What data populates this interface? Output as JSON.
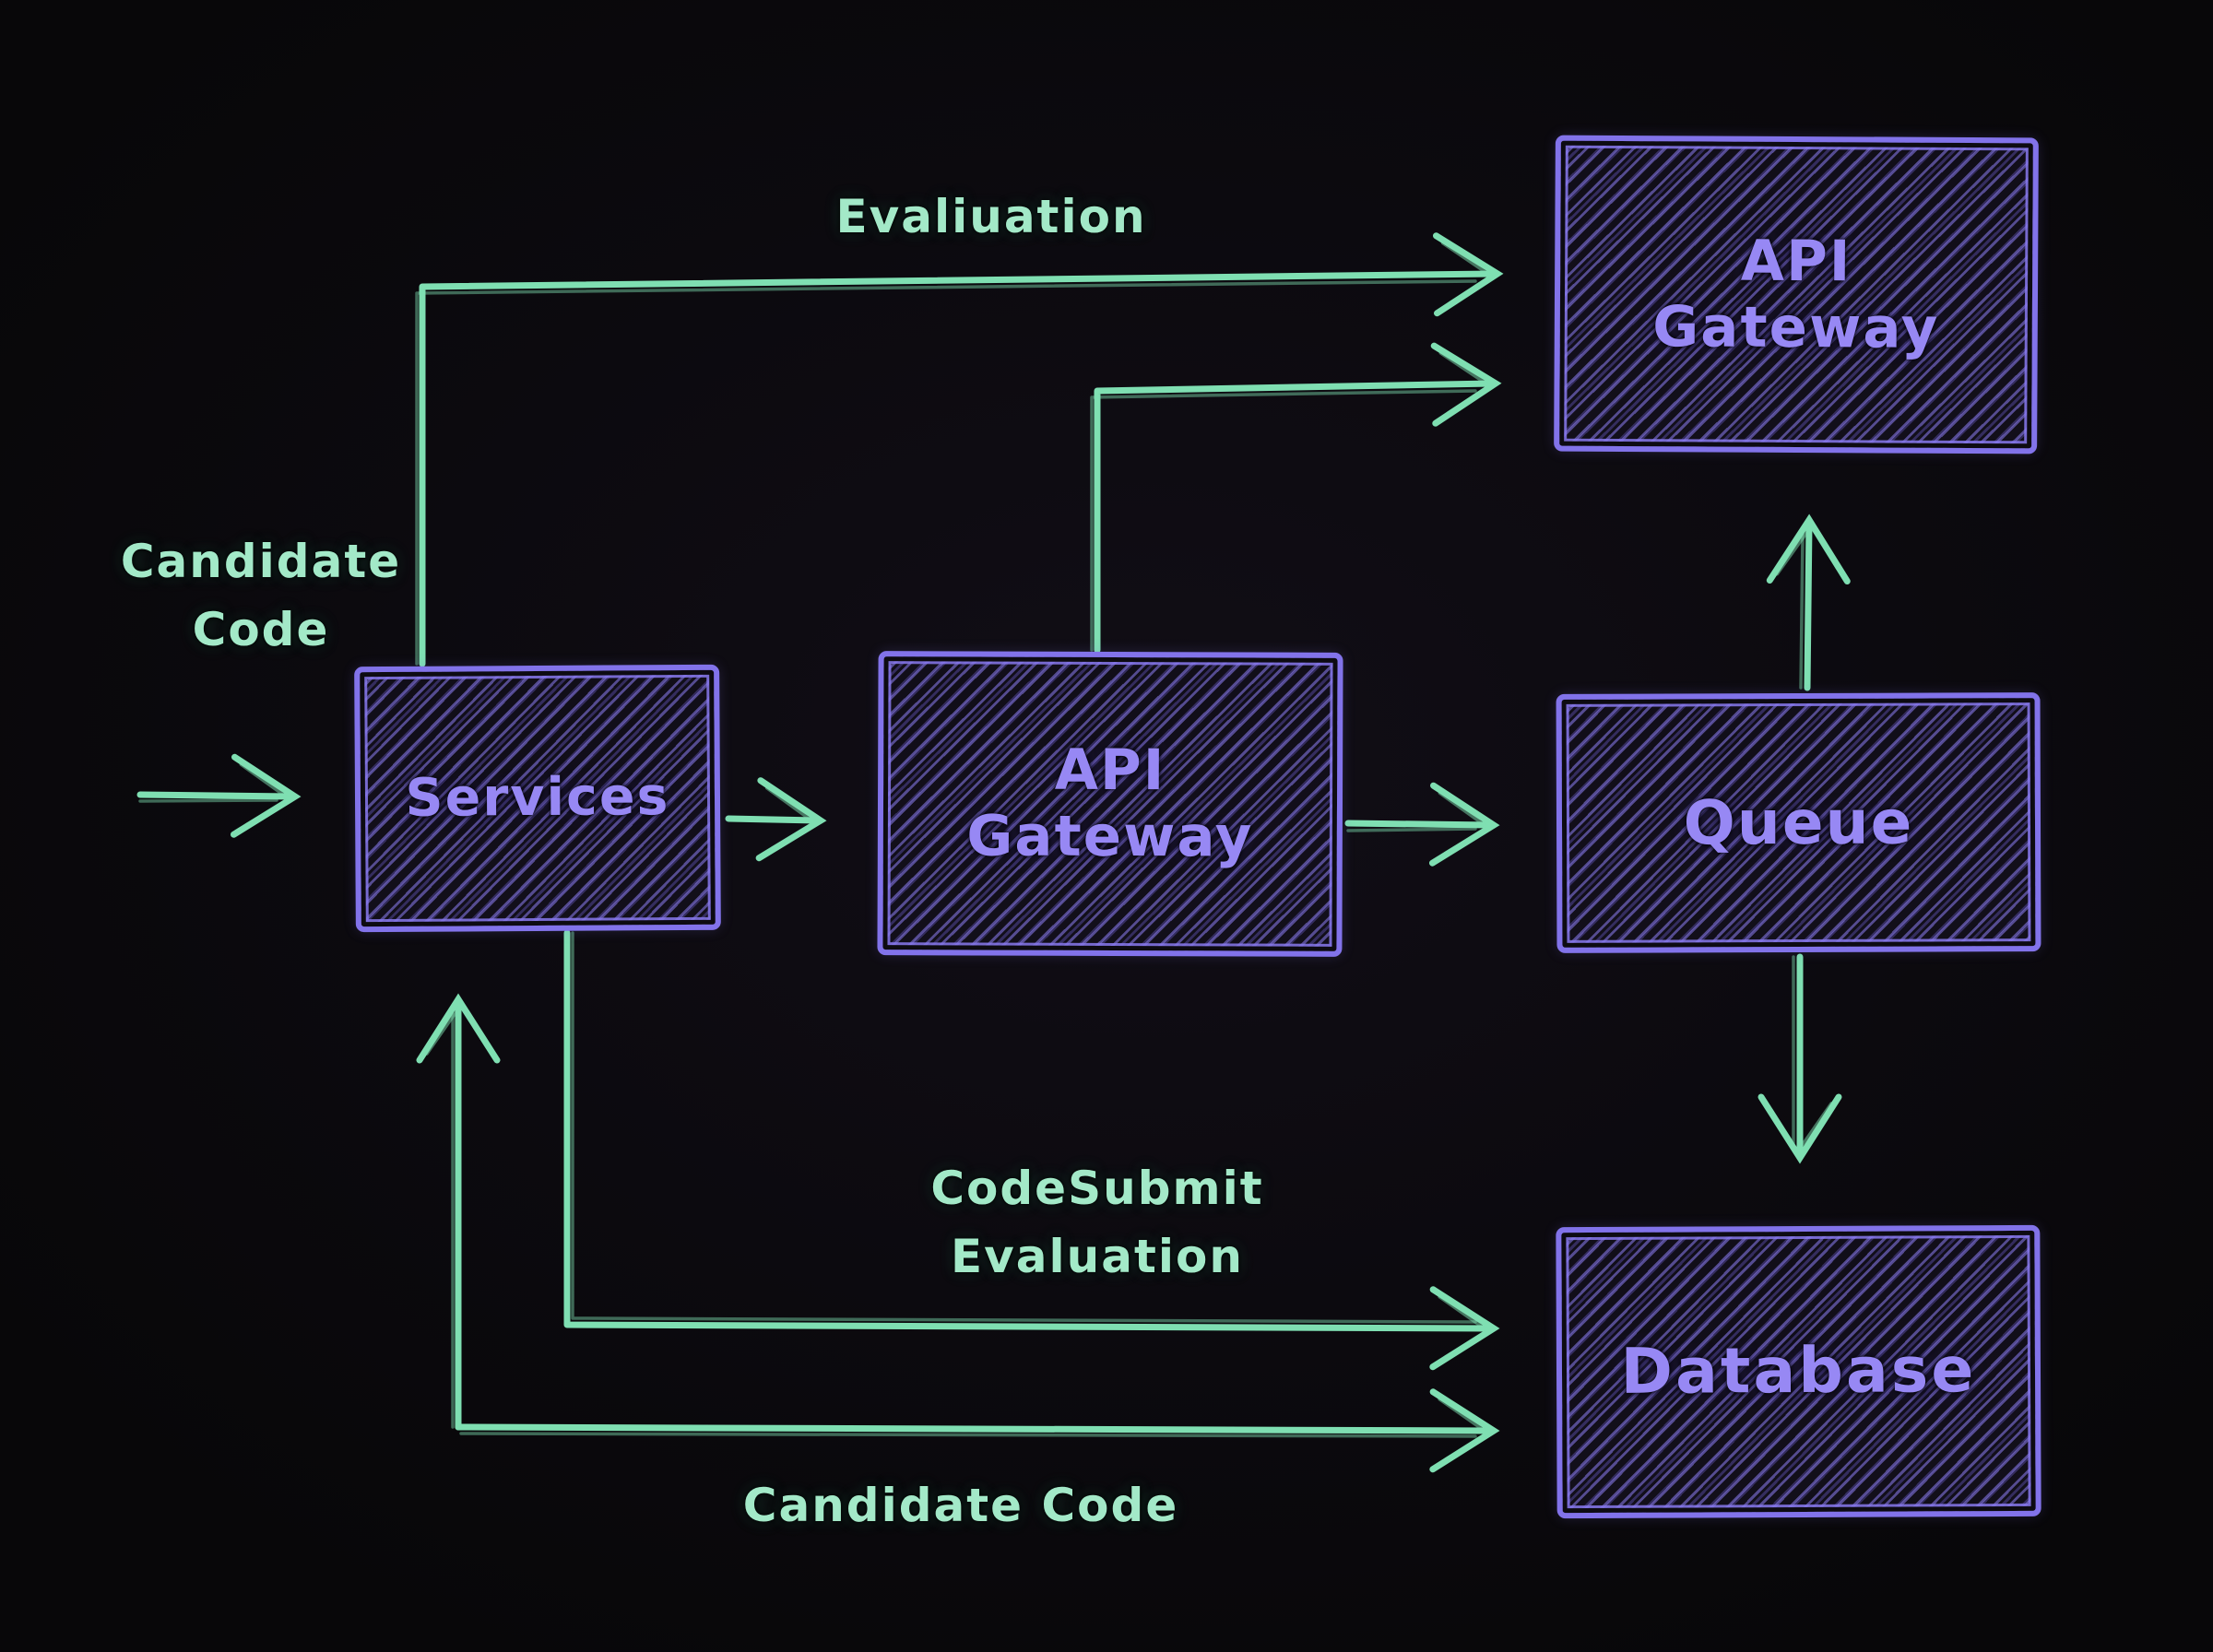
{
  "diagram": {
    "colors": {
      "background": "#0c0a0f",
      "box_border": "#8273ea",
      "box_text": "#9788f4",
      "arrow_green": "#7fdfb2",
      "edge_label_green": "#a3e9c8"
    },
    "nodes": [
      {
        "id": "services",
        "label": "Services"
      },
      {
        "id": "api-gateway-center",
        "label": "API\nGateway"
      },
      {
        "id": "api-gateway-top",
        "label": "API\nGateway"
      },
      {
        "id": "queue",
        "label": "Queue"
      },
      {
        "id": "database",
        "label": "Database"
      }
    ],
    "edge_labels": [
      {
        "id": "evaluation",
        "text": "Evaliuation"
      },
      {
        "id": "candidate-code-left",
        "text": "Candidate\nCode"
      },
      {
        "id": "codesubmit-evaluation",
        "text": "CodeSubmit\nEvaluation"
      },
      {
        "id": "candidate-code-bottom",
        "text": "Candidate Code"
      }
    ]
  }
}
